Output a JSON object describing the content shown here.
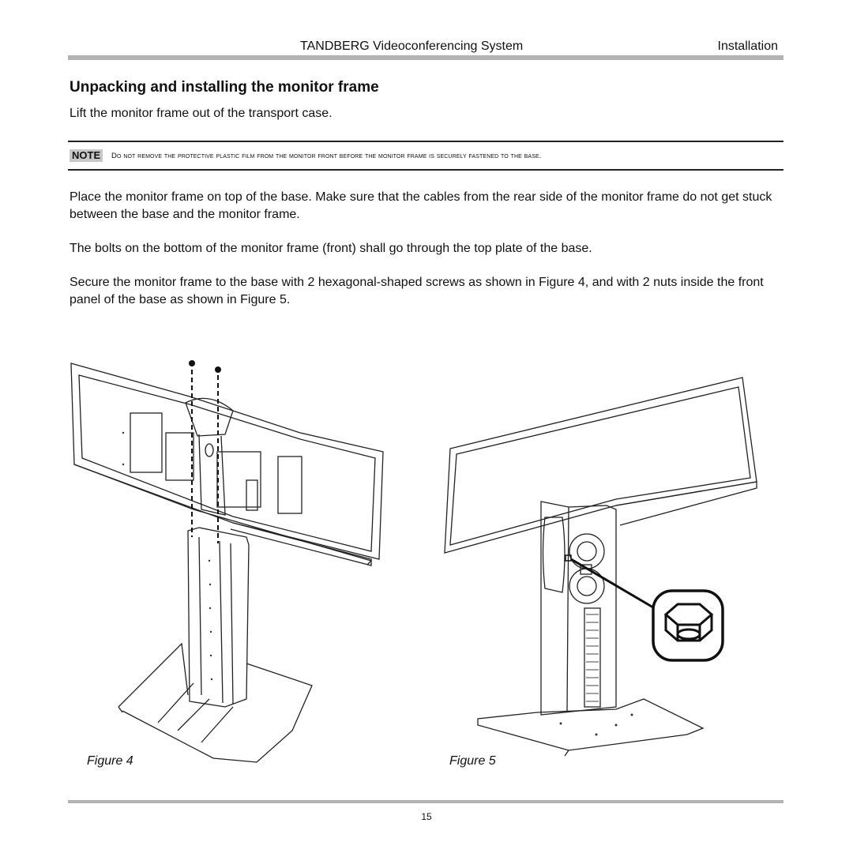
{
  "header": {
    "title": "TANDBERG Videoconferencing System",
    "section": "Installation"
  },
  "heading": "Unpacking and installing the monitor frame",
  "intro": "Lift the monitor frame out of the transport case.",
  "note": {
    "label": "NOTE",
    "text": "Do not remove the protective plastic film from the monitor front before the monitor frame is securely fastened to the base."
  },
  "paragraphs": [
    "Place the monitor frame on top of the base. Make sure that the cables from the rear side of the monitor frame do not get stuck between the base and the monitor frame.",
    "The bolts on the bottom of the monitor frame (front) shall go through the top plate of the base.",
    "Secure the monitor frame to the base with 2 hexagonal-shaped screws as shown in Figure 4, and with 2 nuts inside the front panel of the base as shown in Figure 5."
  ],
  "figures": [
    {
      "caption": "Figure 4",
      "icon": "monitor-frame-screws-illustration"
    },
    {
      "caption": "Figure 5",
      "icon": "monitor-frame-nut-illustration"
    }
  ],
  "footer": {
    "page_number": "15"
  }
}
